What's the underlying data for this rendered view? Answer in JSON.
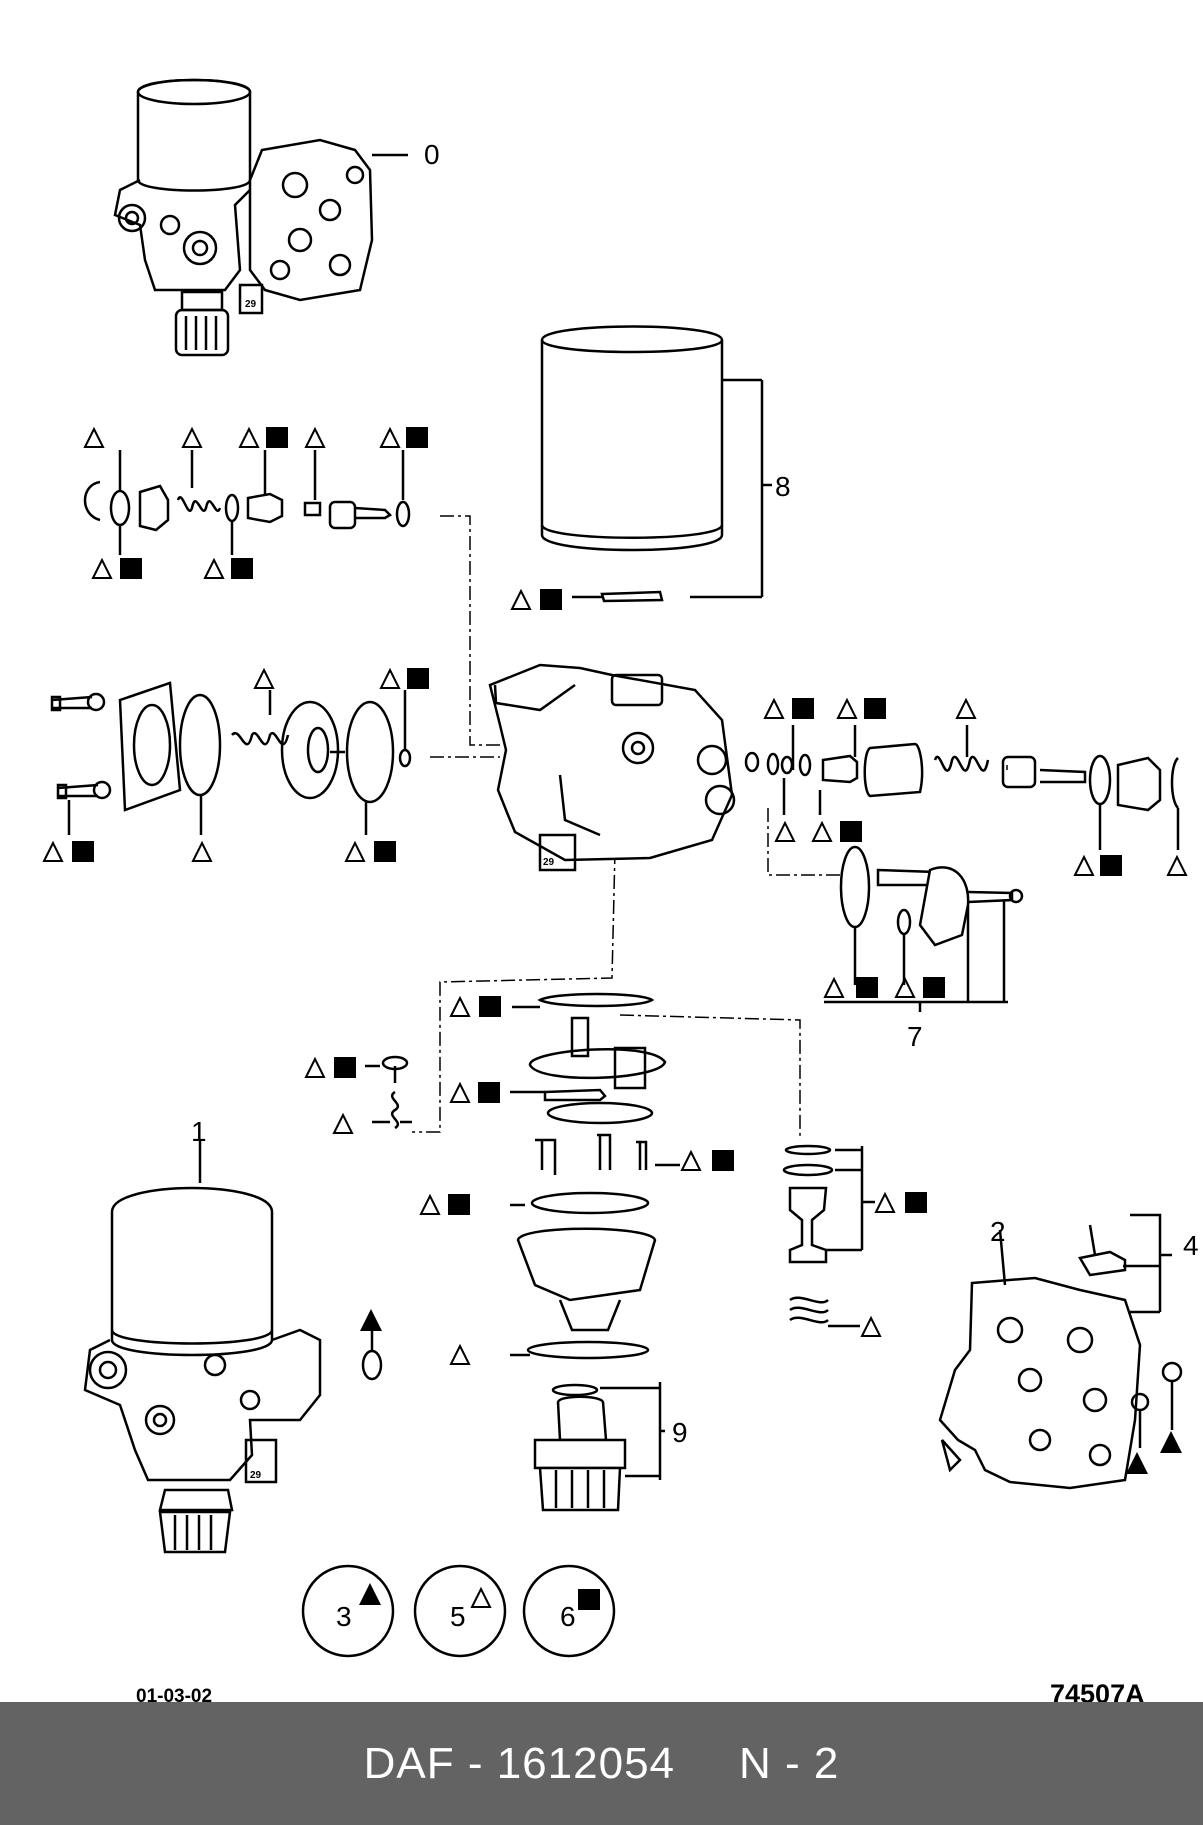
{
  "diagram": {
    "part_labels": {
      "p0": "0",
      "p1": "1",
      "p2": "2",
      "p4": "4",
      "p7": "7",
      "p8": "8",
      "p9": "9"
    },
    "legend": [
      {
        "number": "3",
        "symbol": "filled-triangle"
      },
      {
        "number": "5",
        "symbol": "hollow-triangle"
      },
      {
        "number": "6",
        "symbol": "filled-square"
      }
    ],
    "date_code": "01-03-02",
    "drawing_number": "74507A",
    "connector_mark": "29"
  },
  "footer": {
    "brand_part": "DAF - 1612054",
    "page": "N - 2",
    "colors": {
      "bar": "#636363",
      "text": "#ffffff"
    }
  }
}
